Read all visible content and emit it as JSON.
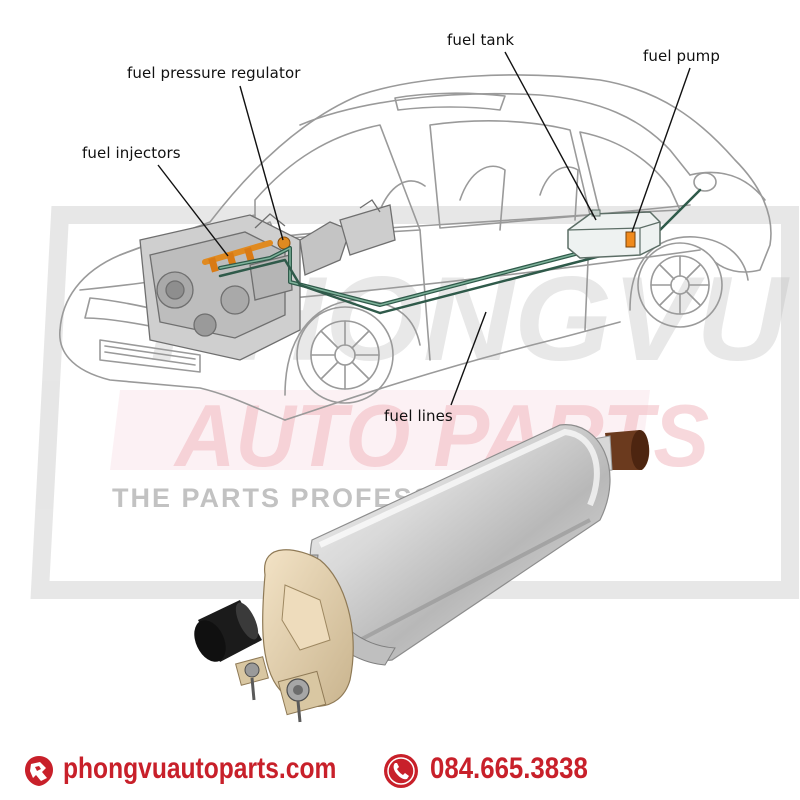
{
  "diagram": {
    "labels": {
      "fuel_tank": "fuel tank",
      "fuel_pump": "fuel pump",
      "fuel_pressure_regulator": "fuel pressure regulator",
      "fuel_injectors": "fuel injectors",
      "fuel_lines": "fuel lines"
    }
  },
  "watermark": {
    "brand": "PHONGVU",
    "auto_parts": "AUTO PARTS",
    "tagline": "THE PARTS PROFESSIONALS"
  },
  "footer": {
    "website": "phongvuautoparts.com",
    "phone": "084.665.3838"
  },
  "colors": {
    "brand_red": "#c8202a",
    "fuel_line": "#2f5a4a",
    "component_orange": "#e08a20",
    "car_outline": "#9a9a9a",
    "label_text": "#111111"
  }
}
